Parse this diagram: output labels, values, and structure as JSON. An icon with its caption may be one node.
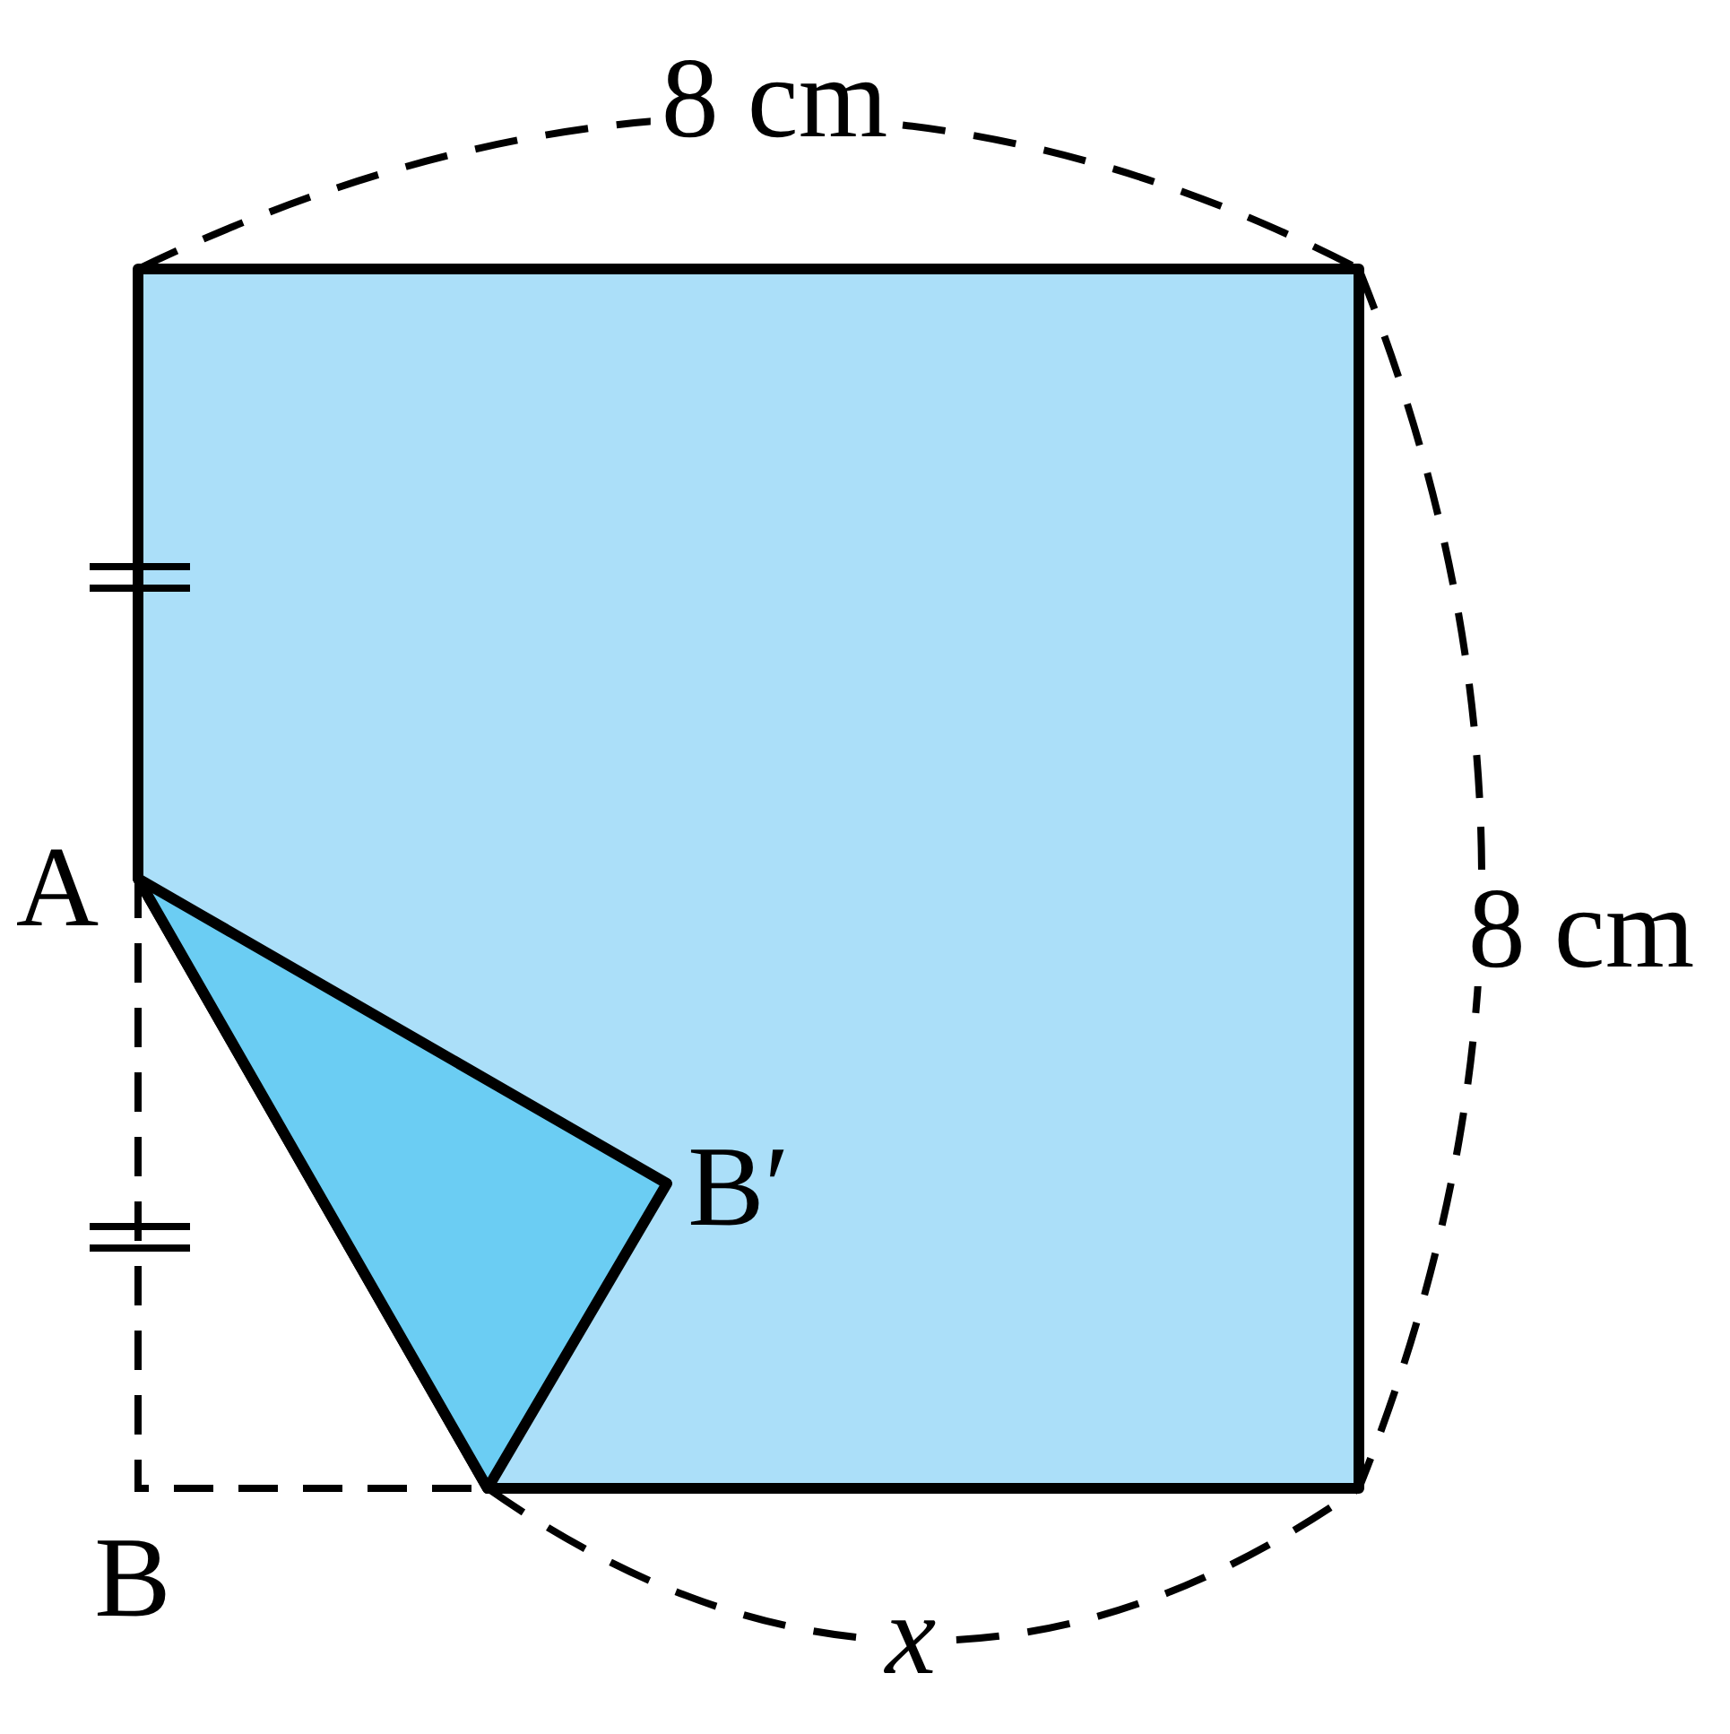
{
  "diagram": {
    "labels": [
      "8 cm",
      "A",
      "8 cm",
      "B′",
      "B",
      "x"
    ]
  }
}
